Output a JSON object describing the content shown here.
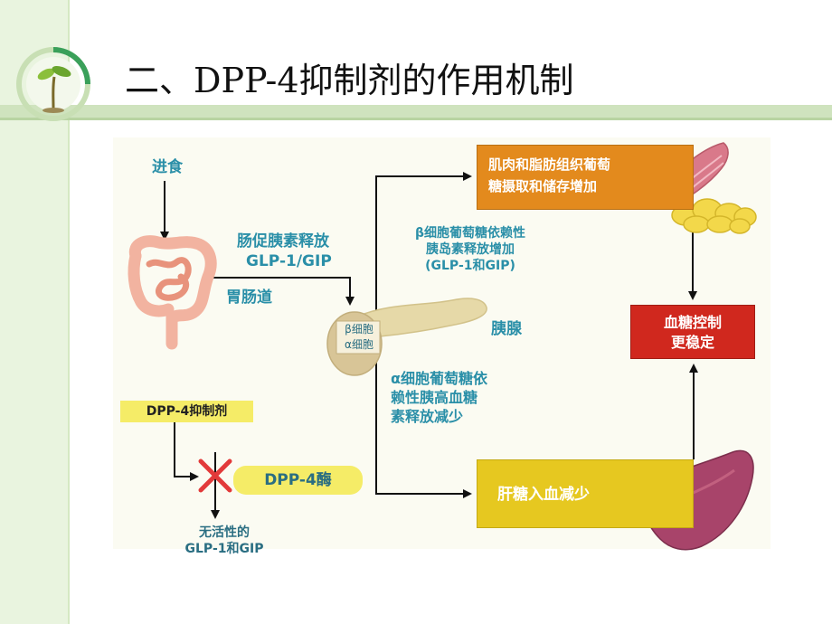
{
  "slide": {
    "title": "二、DPP-4抑制剂的作用机制"
  },
  "diagram": {
    "eating": "进食",
    "incretin_release": "肠促胰素释放",
    "incretin_names": "GLP-1/GIP",
    "gut": "胃肠道",
    "beta_cell": "β细胞",
    "alpha_cell": "α细胞",
    "pancreas": "胰腺",
    "beta_effect_line1": "β细胞葡萄糖依赖性",
    "beta_effect_line2": "胰岛素释放增加",
    "beta_effect_line3": "(GLP-1和GIP)",
    "alpha_effect_line1": "α细胞葡萄糖依",
    "alpha_effect_line2": "赖性胰高血糖",
    "alpha_effect_line3": "素释放减少",
    "muscle_fat_line1": "肌肉和脂肪组织葡萄",
    "muscle_fat_line2": "糖摄取和储存增加",
    "glucose_control_line1": "血糖控制",
    "glucose_control_line2": "更稳定",
    "liver_output": "肝糖入血减少",
    "dpp4_inhibitor": "DPP-4抑制剂",
    "dpp4_enzyme": "DPP-4酶",
    "inactive_line1": "无活性的",
    "inactive_line2": "GLP-1和GIP"
  },
  "colors": {
    "teal_text": "#2a8fa8",
    "orange_box": "#e38a1d",
    "gold_box": "#e6c820",
    "red_box": "#d0281e",
    "yellow_tag": "#f5ec67",
    "inhibit_x": "#e23a3a"
  }
}
